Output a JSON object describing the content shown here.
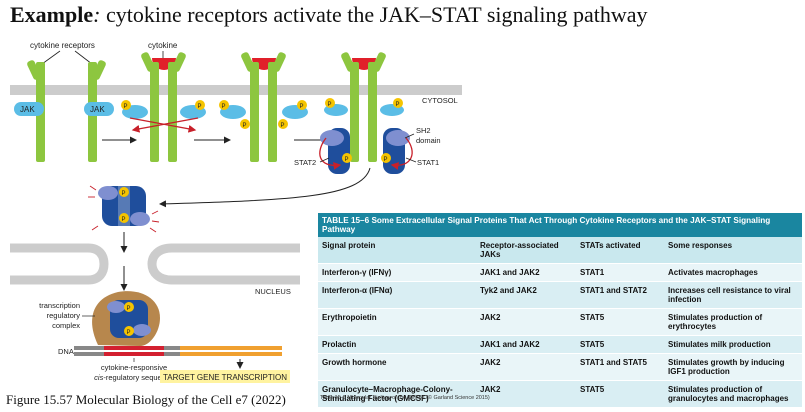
{
  "title": {
    "bold": "Example",
    "sep": ": ",
    "rest": "cytokine receptors activate the JAK–STAT signaling pathway"
  },
  "labels": {
    "cytokine_receptors": "cytokine receptors",
    "cytokine": "cytokine",
    "jak": "JAK",
    "p": "P",
    "cytosol": "CYTOSOL",
    "sh2_line1": "SH2",
    "sh2_line2": "domain",
    "stat2": "STAT2",
    "stat1": "STAT1",
    "nucleus": "NUCLEUS",
    "trc_line1": "transcription",
    "trc_line2": "regulatory",
    "trc_line3": "complex",
    "dna": "DNA",
    "cis_line1": "cytokine-responsive",
    "cis_line2_italic": "cis",
    "cis_line2_rest": "-regulatory sequence",
    "target": "TARGET GENE TRANSCRIPTION"
  },
  "colors": {
    "receptor": "#8dc63f",
    "cytokine": "#e0202a",
    "jak": "#5bbde6",
    "phosphate": "#f5c400",
    "stat_dark": "#1f4e9c",
    "stat_light": "#7f8fd0",
    "membrane": "#cccccc",
    "complex": "#b7874d",
    "dna_grey": "#888888",
    "dna_red": "#d32030",
    "dna_orange": "#f0a030",
    "target_bg": "#fff3a0",
    "table_title_bg": "#1a86a0",
    "table_header_bg": "#c9e8ee"
  },
  "caption": "Figure 15.57 Molecular Biology of the Cell e7 (2022)",
  "table": {
    "number": "TABLE 15–6",
    "title": "Some Extracellular Signal Proteins That Act Through Cytokine Receptors and the JAK–STAT Signaling Pathway",
    "headers": [
      "Signal protein",
      "Receptor-associated JAKs",
      "STATs activated",
      "Some responses"
    ],
    "rows": [
      [
        "Interferon-γ (IFNγ)",
        "JAK1 and JAK2",
        "STAT1",
        "Activates macrophages"
      ],
      [
        "Interferon-α (IFNα)",
        "Tyk2 and JAK2",
        "STAT1 and STAT2",
        "Increases cell resistance to viral infection"
      ],
      [
        "Erythropoietin",
        "JAK2",
        "STAT5",
        "Stimulates production of erythrocytes"
      ],
      [
        "Prolactin",
        "JAK1 and JAK2",
        "STAT5",
        "Stimulates milk production"
      ],
      [
        "Growth hormone",
        "JAK2",
        "STAT1 and STAT5",
        "Stimulates growth by inducing IGF1 production"
      ],
      [
        "Granulocyte–Macrophage-Colony-Stimulating Factor (GMCSF)",
        "JAK2",
        "STAT5",
        "Stimulates production of granulocytes and macrophages"
      ]
    ],
    "caption": "Table 15-6 Molecular Biology of the Cell 6e (© Garland Science 2015)"
  }
}
